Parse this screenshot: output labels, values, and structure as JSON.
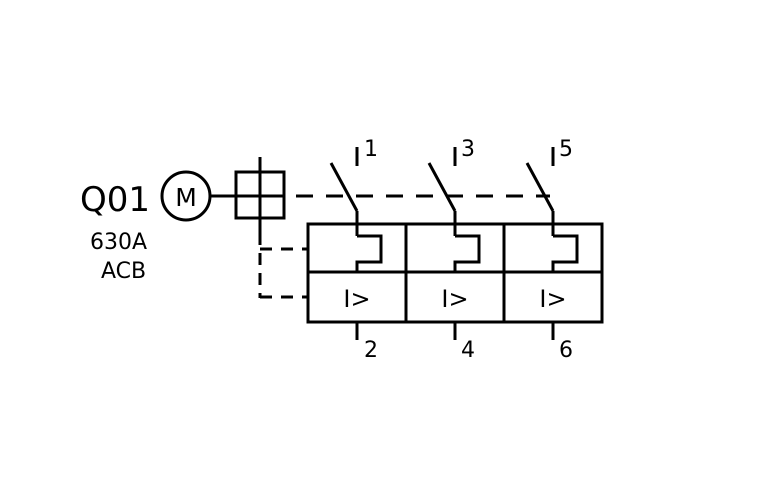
{
  "device": {
    "tag": "Q01",
    "rating": "630A",
    "type": "ACB",
    "motor_symbol": "M"
  },
  "terminals": {
    "top": [
      "1",
      "3",
      "5"
    ],
    "bottom": [
      "2",
      "4",
      "6"
    ]
  },
  "poles": [
    {
      "trip_label": "I>"
    },
    {
      "trip_label": "I>"
    },
    {
      "trip_label": "I>"
    }
  ],
  "colors": {
    "line": "#000000",
    "background": "#ffffff"
  }
}
